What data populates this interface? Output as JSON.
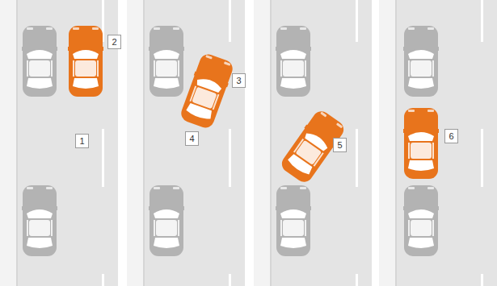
{
  "diagram": {
    "labels": [
      "2",
      "1",
      "3",
      "4",
      "5",
      "6"
    ]
  }
}
